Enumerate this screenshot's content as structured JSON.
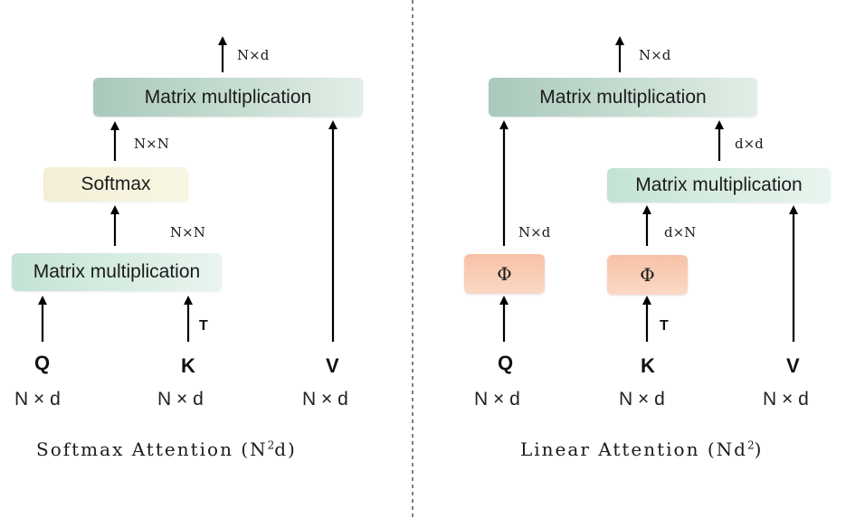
{
  "left": {
    "top_box": "Matrix multiplication",
    "softmax_box": "Softmax",
    "bottom_box": "Matrix multiplication",
    "out_dim": "N×d",
    "softmax_out_dim": "N×N",
    "matmul_out_dim": "N×N",
    "q": "Q",
    "k": "K",
    "v": "V",
    "transpose": "T",
    "q_dim": "N × d",
    "k_dim": "N × d",
    "v_dim": "N × d",
    "caption_prefix": "Softmax Attention (N",
    "caption_sup": "2",
    "caption_suffix": "d)"
  },
  "right": {
    "top_box": "Matrix multiplication",
    "mid_box": "Matrix multiplication",
    "phi_q": "Φ",
    "phi_k": "Φ",
    "out_dim": "N×d",
    "mid_out_dim": "d×d",
    "phi_q_dim": "N×d",
    "phi_k_dim": "d×N",
    "q": "Q",
    "k": "K",
    "v": "V",
    "transpose": "T",
    "q_dim": "N × d",
    "k_dim": "N × d",
    "v_dim": "N × d",
    "caption_prefix": "Linear Attention (Nd",
    "caption_sup": "2",
    "caption_suffix": ")"
  },
  "colors": {
    "matmul_top": "#a9c9bb",
    "matmul_light": "#c3e3d4",
    "softmax": "#f3efd5",
    "phi": "#f7c2a6",
    "arrow": "#000000",
    "divider": "#555555"
  }
}
